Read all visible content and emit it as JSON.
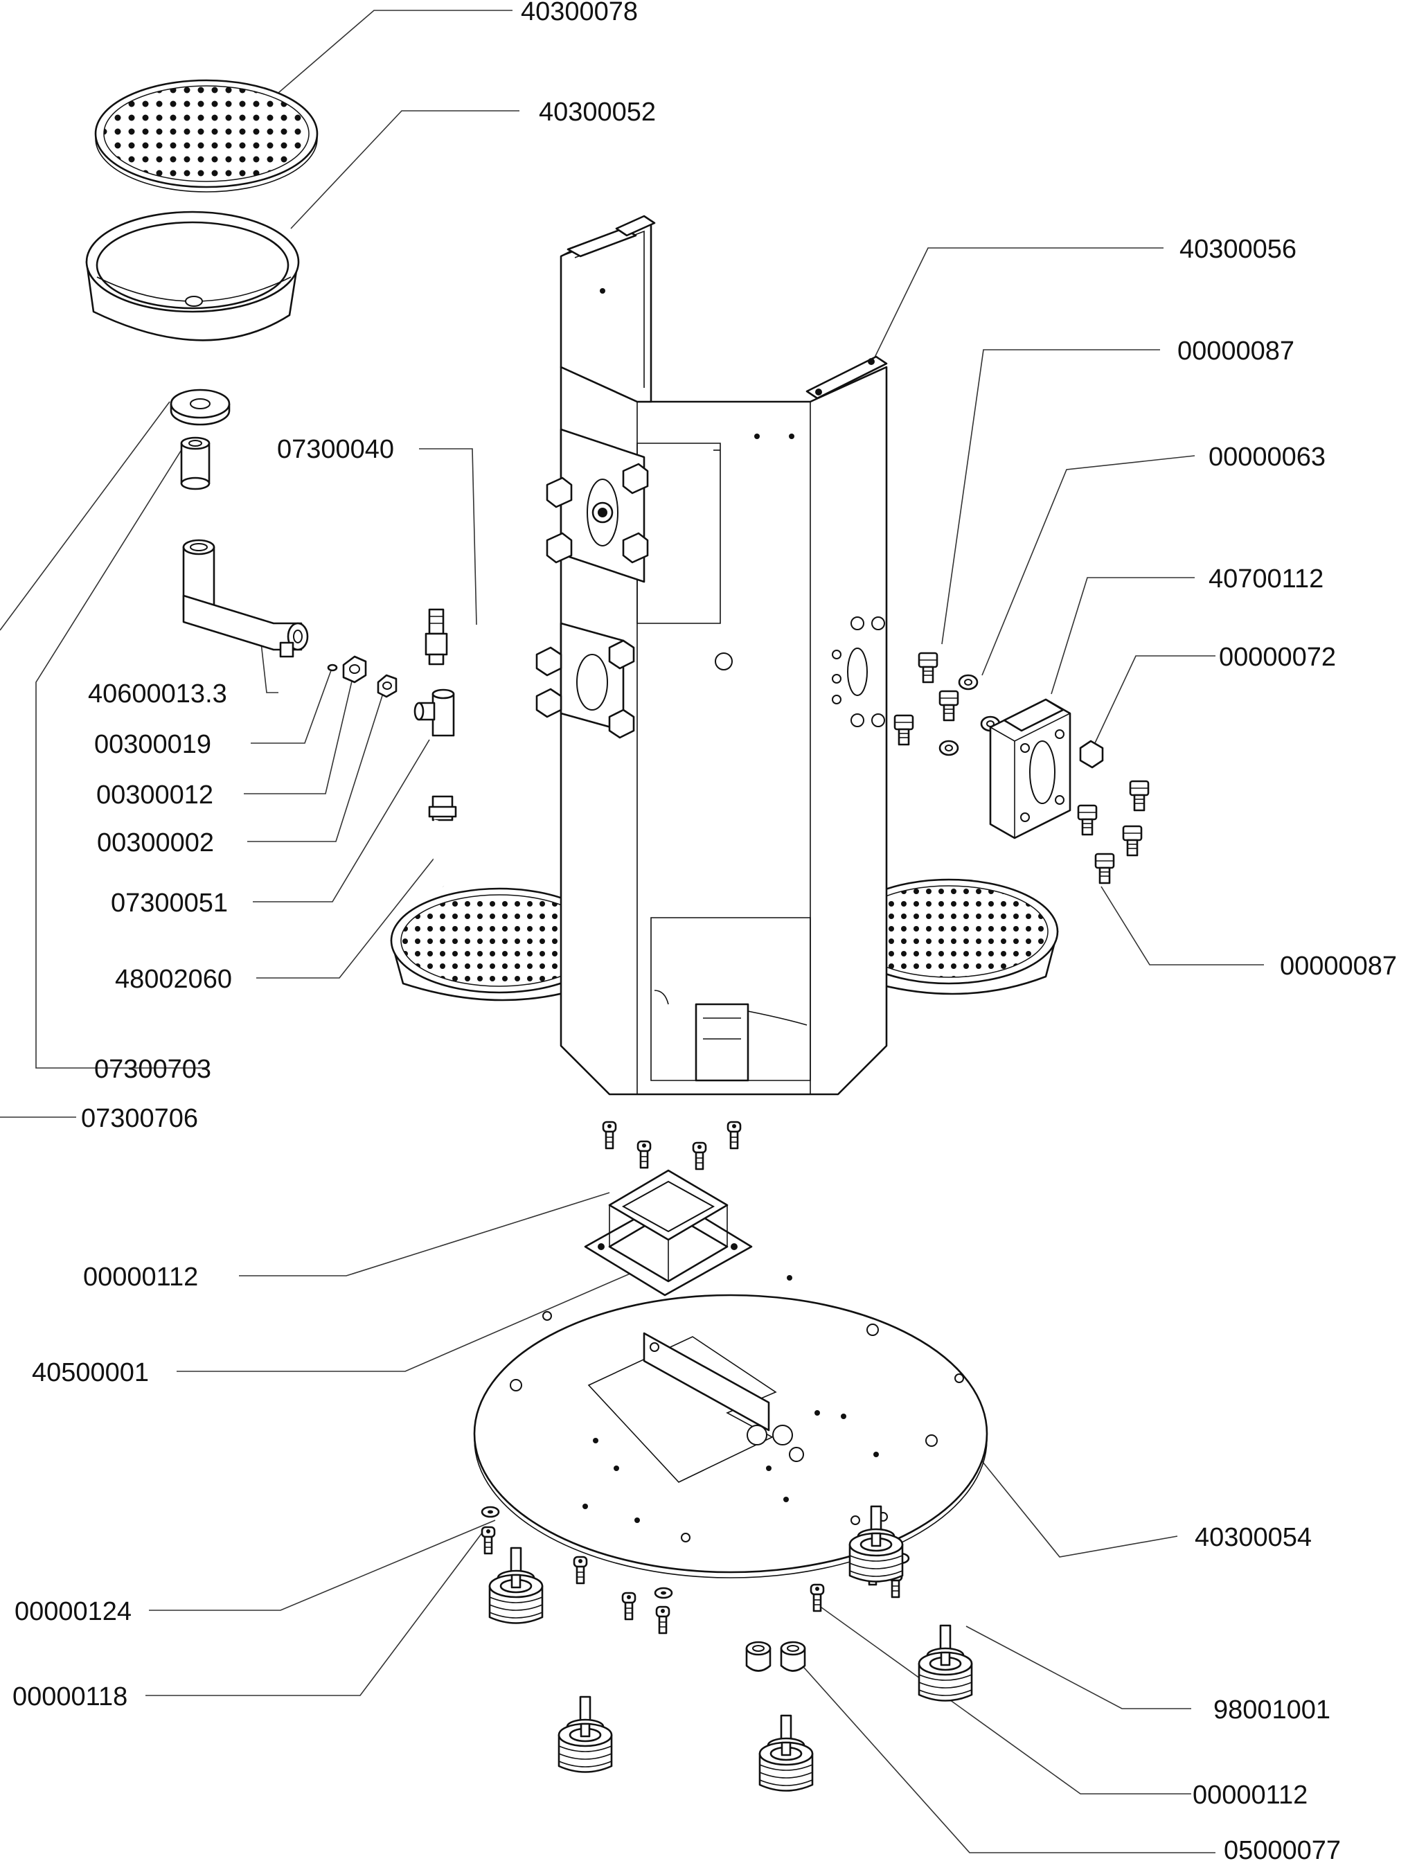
{
  "labels": {
    "l40300078": "40300078",
    "l40300052": "40300052",
    "l40300056": "40300056",
    "l00000087_top": "00000087",
    "l07300040": "07300040",
    "l00000063": "00000063",
    "l40700112": "40700112",
    "l00000072": "00000072",
    "l40600013_3": "40600013.3",
    "l00300019": "00300019",
    "l00300012": "00300012",
    "l00300002": "00300002",
    "l07300051": "07300051",
    "l48002060": "48002060",
    "l00000087_bottom": "00000087",
    "l07300703": "07300703",
    "l07300706": "07300706",
    "l00000112_top": "00000112",
    "l40500001": "40500001",
    "l40300054": "40300054",
    "l00000124": "00000124",
    "l00000118": "00000118",
    "l98001001": "98001001",
    "l00000112_bottom": "00000112",
    "l05000077": "05000077"
  }
}
